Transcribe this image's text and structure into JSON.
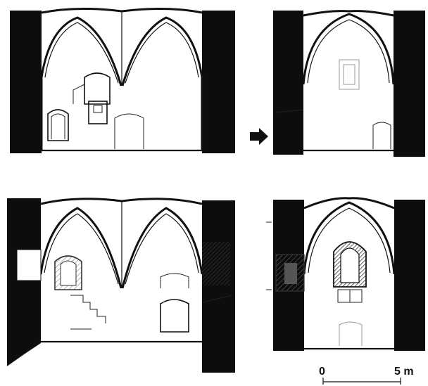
{
  "figure": {
    "panels": [
      {
        "id": "top-left"
      },
      {
        "id": "top-right"
      },
      {
        "id": "bottom-left"
      },
      {
        "id": "bottom-right"
      }
    ],
    "scale_bar": {
      "start_label": "0",
      "end_label": "5 m"
    },
    "arrow_icon": "arrow-right-icon",
    "colors": {
      "ink": "#111111",
      "hatch": "#555555",
      "paper": "#ffffff"
    }
  }
}
